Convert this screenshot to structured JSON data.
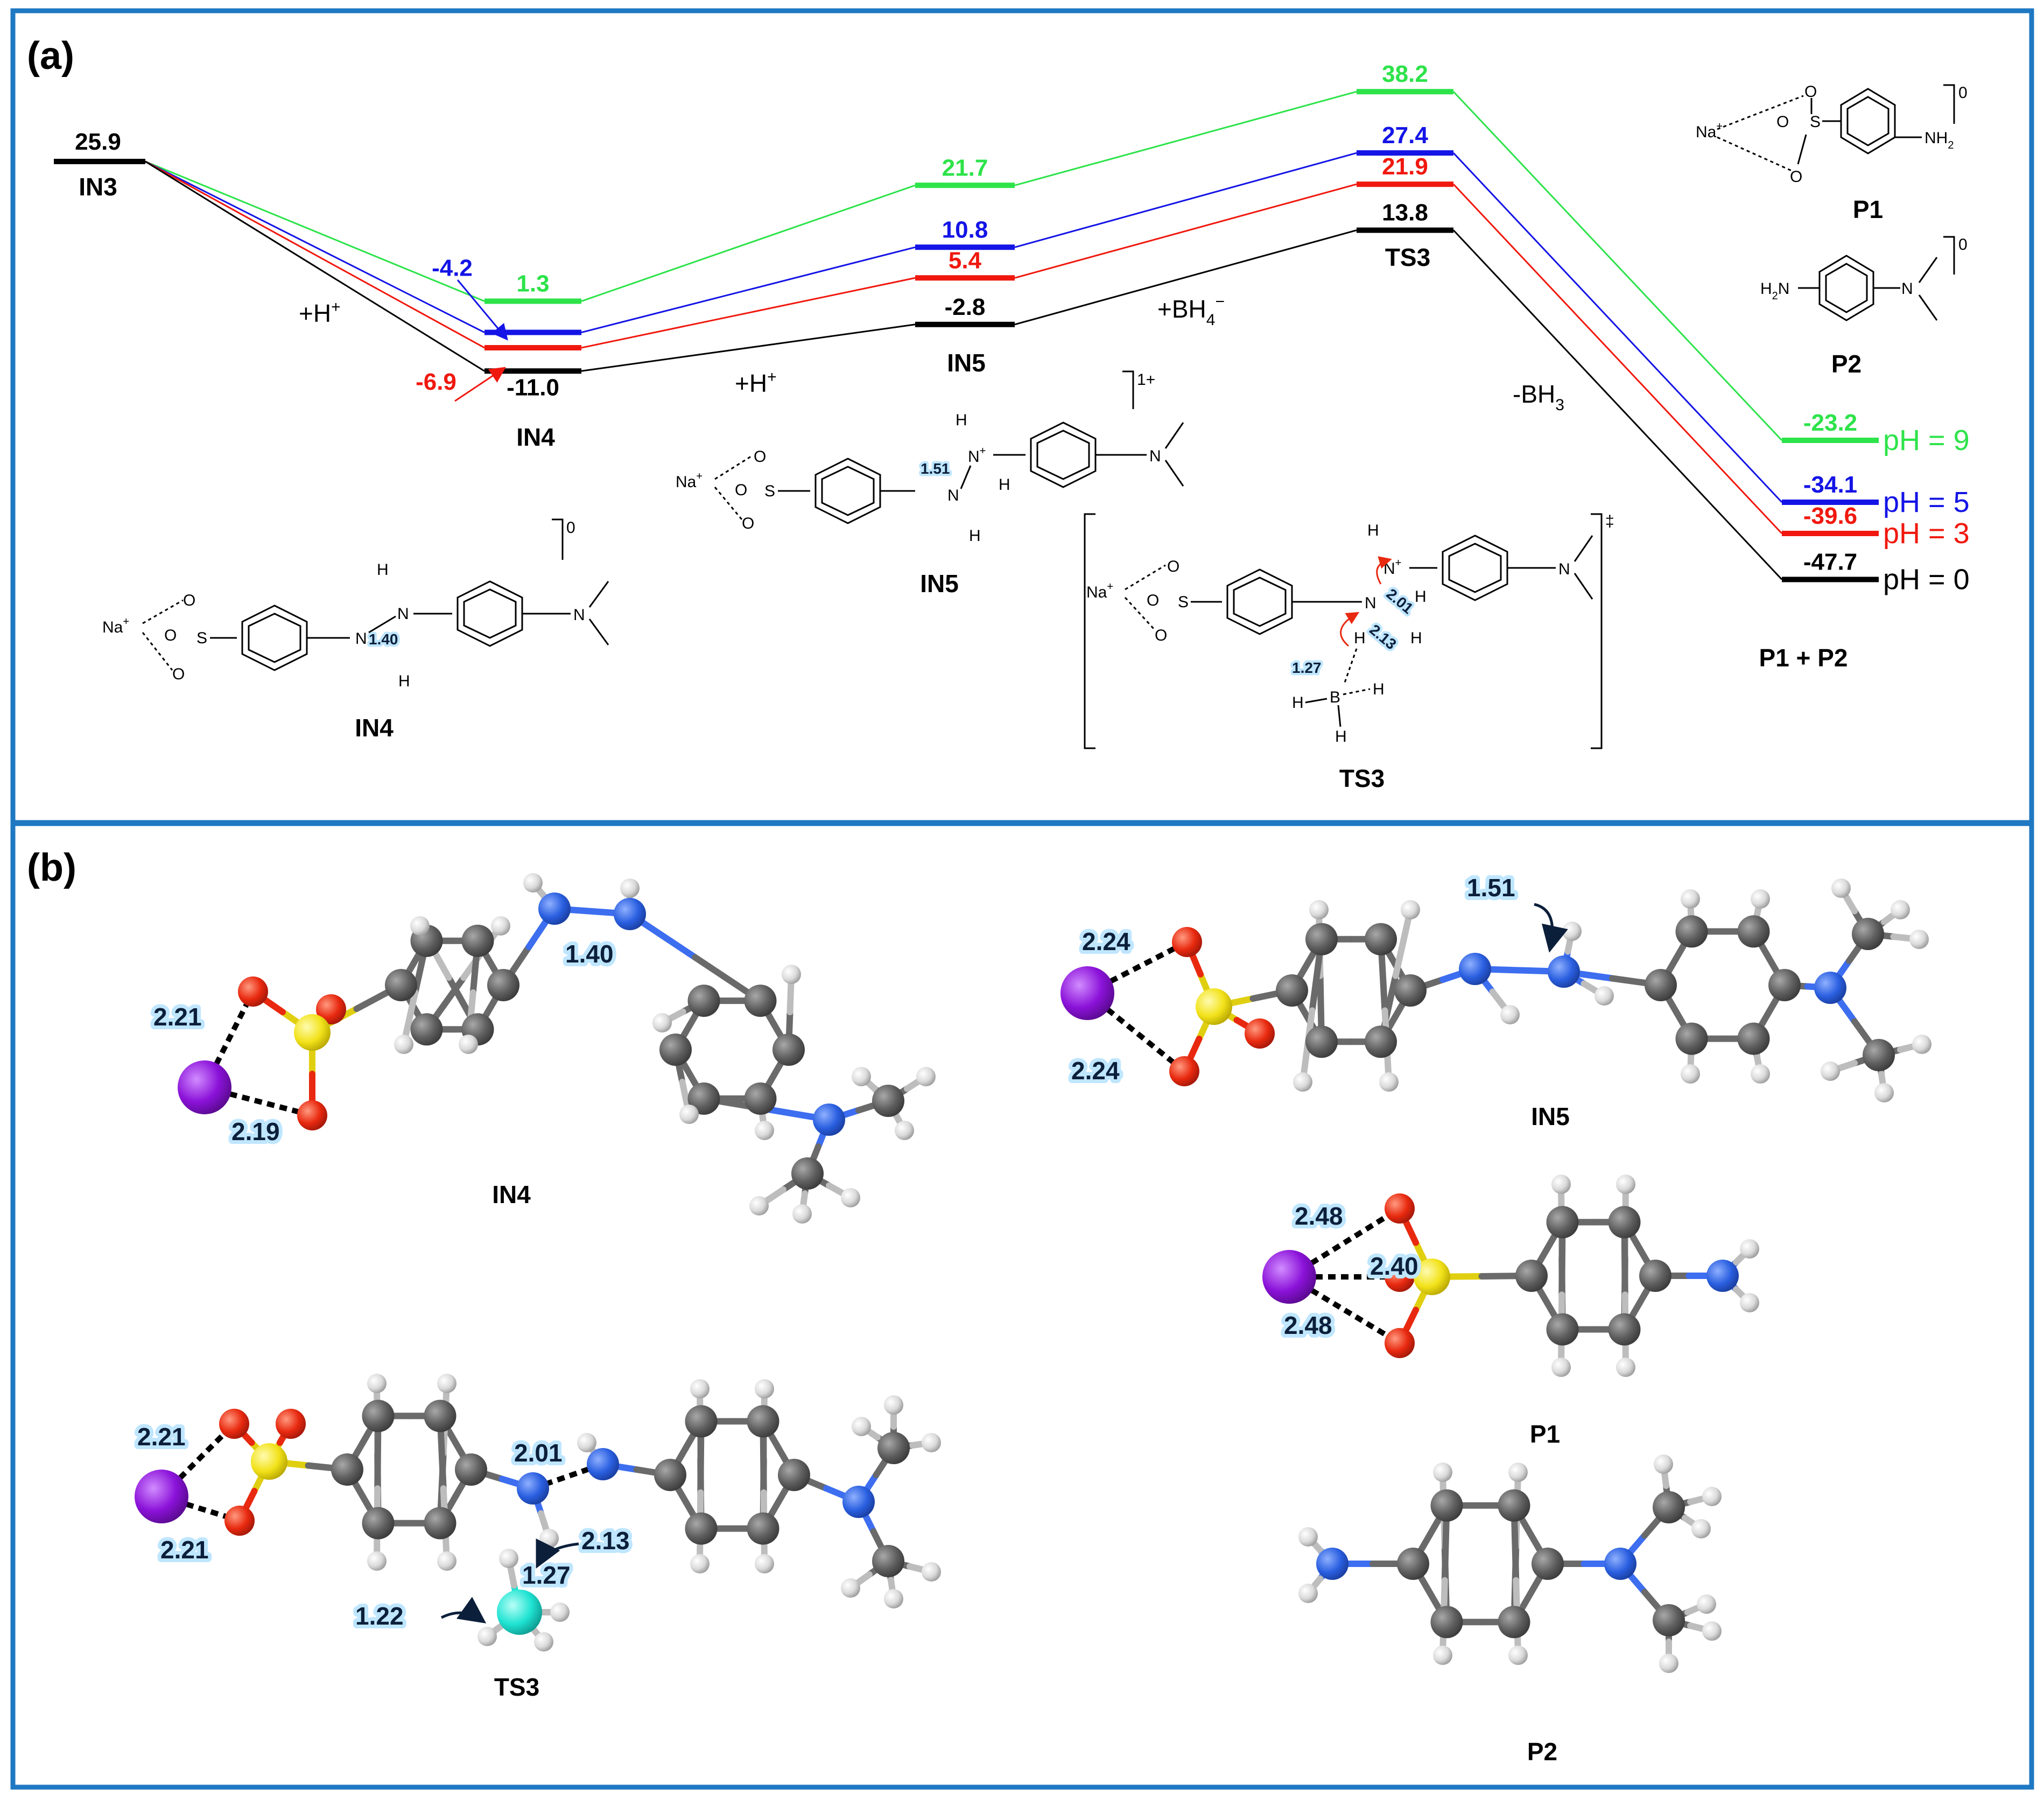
{
  "panel_a": {
    "label": "(a)",
    "pathways": [
      {
        "color": "#2de34a",
        "ph_label": "pH = 9",
        "values": [
          "1.3",
          "21.7",
          "38.2",
          "-23.2"
        ]
      },
      {
        "color": "#1414e6",
        "ph_label": "pH = 5",
        "values": [
          "-4.2",
          "10.8",
          "27.4",
          "-34.1"
        ]
      },
      {
        "color": "#f0180e",
        "ph_label": "pH = 3",
        "values": [
          "-6.9",
          "5.4",
          "21.9",
          "-39.6"
        ]
      },
      {
        "color": "#000000",
        "ph_label": "pH = 0",
        "values": [
          "-11.0",
          "-2.8",
          "13.8",
          "-47.7"
        ]
      }
    ],
    "start": {
      "value": "25.9",
      "name": "IN3"
    },
    "state_names": {
      "in4": "IN4",
      "in5": "IN5",
      "ts3": "TS3",
      "prod": "P1 + P2"
    },
    "steps": {
      "h1": "+H",
      "h2": "+H",
      "bh4": "+BH",
      "bh3": "-BH",
      "plus": "+",
      "minus": "−",
      "sub4": "4",
      "sub3": "3"
    },
    "structures": {
      "p1": {
        "name": "P1",
        "charge": "0",
        "na": "Na",
        "o": "O",
        "s": "S",
        "nh2": "NH"
      },
      "p2": {
        "name": "P2",
        "charge": "0",
        "h2n": "H",
        "n": "N"
      },
      "in4": {
        "name": "IN4",
        "charge": "0",
        "dist": "1.40"
      },
      "in5": {
        "name": "IN5",
        "charge": "1+",
        "dist": "1.51"
      },
      "ts3": {
        "name": "TS3",
        "charge": "‡",
        "d1": "2.01",
        "d2": "2.13",
        "d3": "1.27"
      },
      "atoms": {
        "na": "Na",
        "o": "O",
        "s": "S",
        "n": "N",
        "h": "H",
        "b": "B",
        "plus": "+",
        "two": "2"
      }
    }
  },
  "panel_b": {
    "label": "(b)",
    "molecules": {
      "in4": {
        "name": "IN4",
        "d_na1": "2.21",
        "d_na2": "2.19",
        "d_nn": "1.40"
      },
      "in5": {
        "name": "IN5",
        "d_na1": "2.24",
        "d_na2": "2.24",
        "d_nn": "1.51"
      },
      "p1": {
        "name": "P1",
        "d1": "2.48",
        "d2": "2.40",
        "d3": "2.48"
      },
      "ts3": {
        "name": "TS3",
        "d_na1": "2.21",
        "d_na2": "2.21",
        "d_nn": "2.01",
        "d_nh": "2.13",
        "d_hb": "1.27",
        "d_bh": "1.22"
      },
      "p2": {
        "name": "P2"
      }
    }
  },
  "colors": {
    "frame": "#1f78c2",
    "carbon": "#5e5e5e",
    "hydrogen": "#dadada",
    "nitrogen": "#2a5fe0",
    "oxygen": "#e8290f",
    "sulfur": "#f2e21a",
    "sodium": "#8b12d9",
    "boron": "#1fe3d2",
    "dist_bg": "#bfe6ff"
  }
}
